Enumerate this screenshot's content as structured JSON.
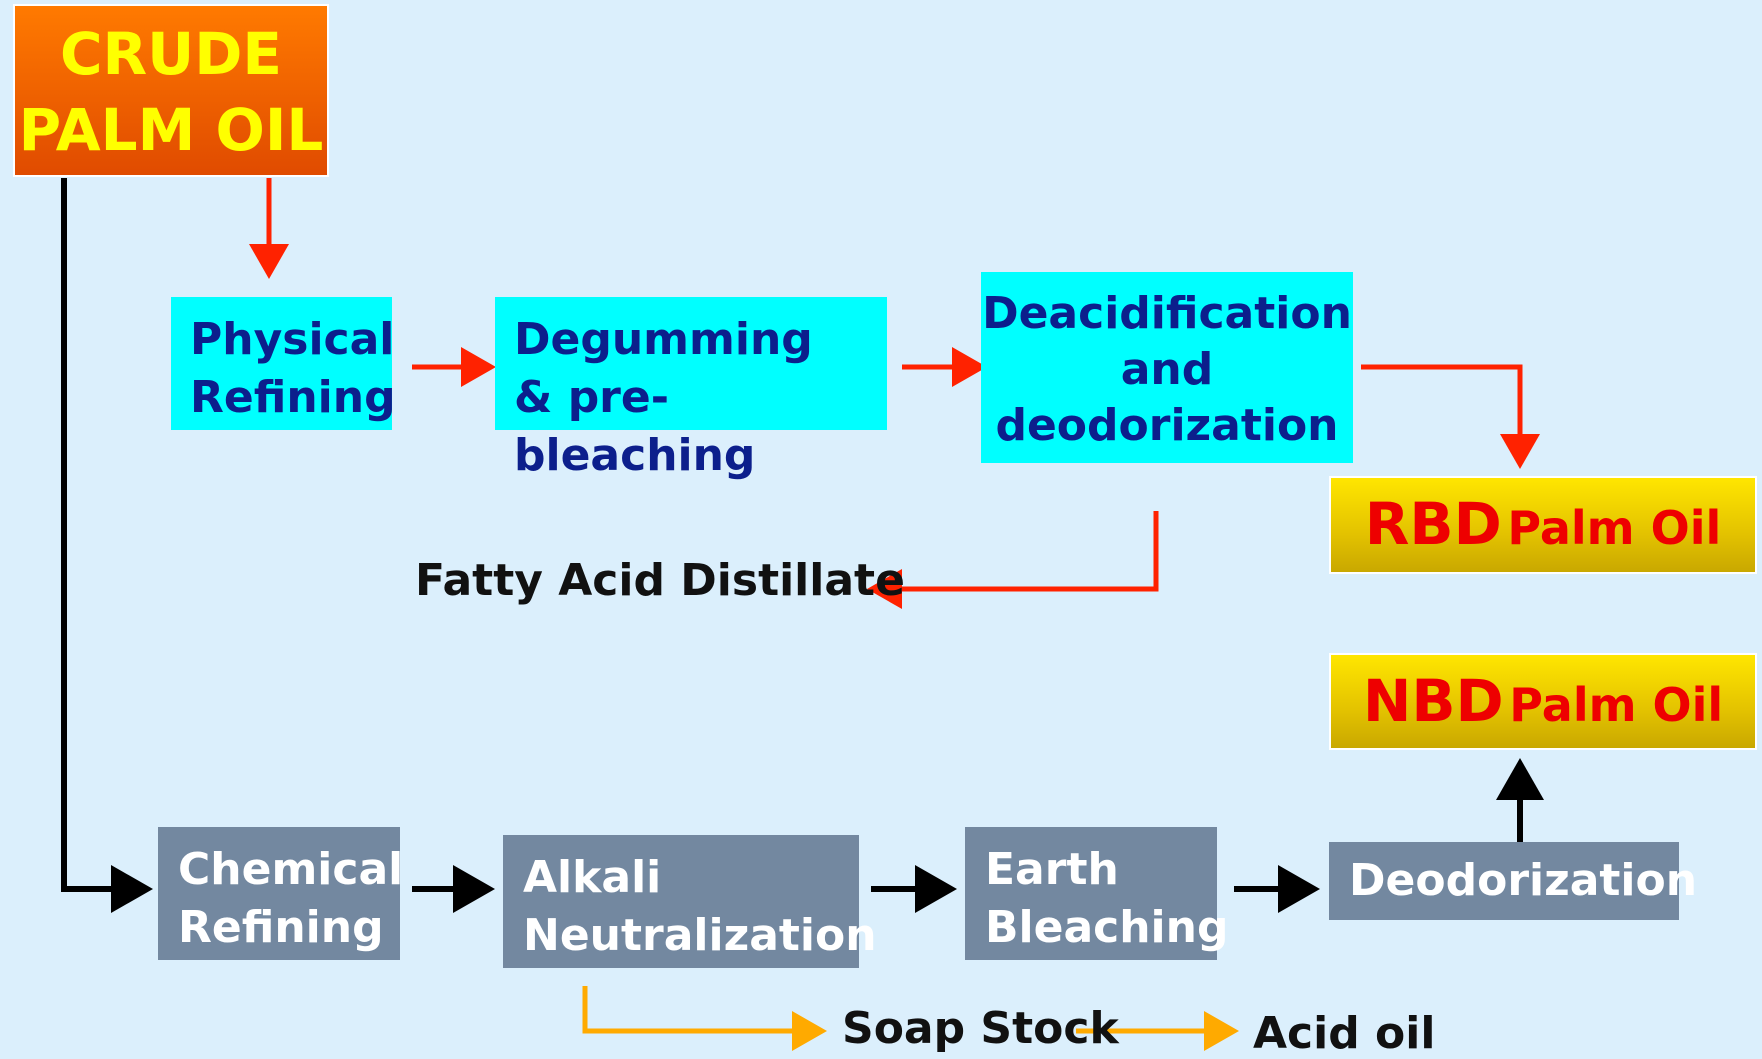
{
  "nodes": {
    "crude": [
      "CRUDE",
      "PALM OIL"
    ],
    "physical": [
      "Physical",
      "Refining"
    ],
    "degumming": [
      "Degumming",
      "& pre-bleaching"
    ],
    "deacid": [
      "Deacidification",
      "and",
      "deodorization"
    ],
    "rbd": {
      "prefix": "RBD",
      "suffix": "Palm Oil"
    },
    "nbd": {
      "prefix": "NBD",
      "suffix": "Palm Oil"
    },
    "chemical": [
      "Chemical",
      "Refining"
    ],
    "alkali": [
      "Alkali",
      "Neutralization"
    ],
    "earth": [
      "Earth",
      "Bleaching"
    ],
    "deodor": "Deodorization"
  },
  "labels": {
    "fatty": "Fatty Acid Distillate",
    "soap": "Soap Stock",
    "acid": "Acid oil"
  },
  "colors": {
    "physical_path": "#ff2200",
    "chemical_path": "#000000",
    "byproduct_path": "#ffaa00",
    "crude_box": "#e85a00",
    "cyan_box": "#00ffff",
    "slate_box": "#7388a0",
    "product_box": "#ffdd00"
  }
}
